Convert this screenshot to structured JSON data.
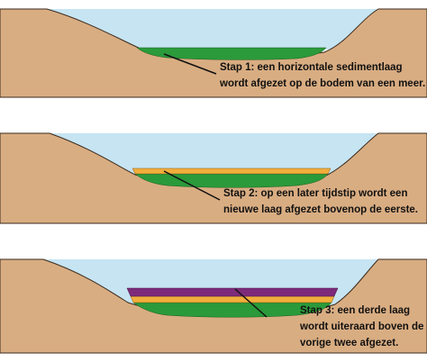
{
  "colors": {
    "water": "#c6e4f2",
    "sediment_bank": "#d9ad82",
    "outline": "#3a2a1c",
    "layer_1_green": "#2a9a3a",
    "layer_2_orange": "#f2ae3c",
    "layer_3_purple": "#7d2a7a",
    "pointer_line": "#111111"
  },
  "steps": [
    {
      "caption_lines": [
        "Stap 1: een horizontale sedimentlaag",
        "wordt afgezet op de bodem van een meer."
      ],
      "layers": [
        "layer_1_green"
      ]
    },
    {
      "caption_lines": [
        "Stap 2: op een later tijdstip wordt een",
        "nieuwe laag afgezet bovenop de eerste."
      ],
      "layers": [
        "layer_1_green",
        "layer_2_orange"
      ]
    },
    {
      "caption_lines": [
        "Stap 3: een derde laag",
        "wordt uiteraard boven de",
        "vorige twee afgezet."
      ],
      "layers": [
        "layer_1_green",
        "layer_2_orange",
        "layer_3_purple"
      ]
    }
  ]
}
